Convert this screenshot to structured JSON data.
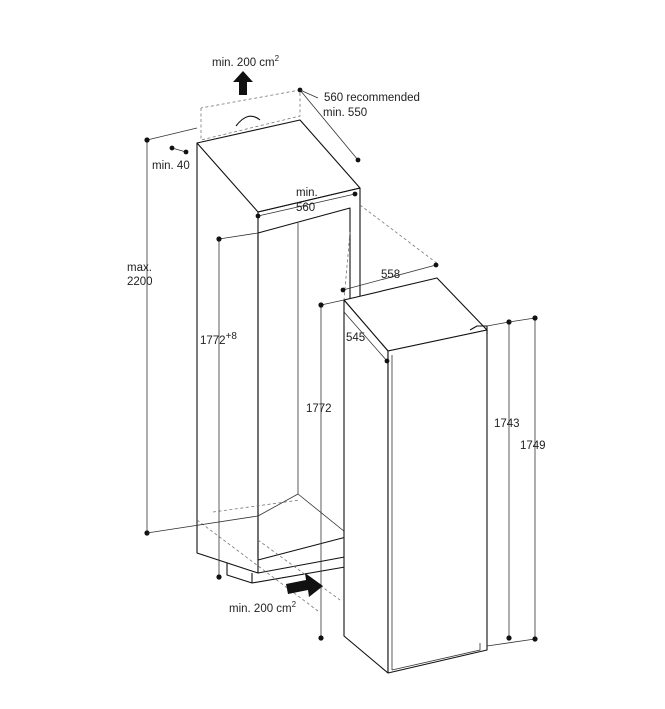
{
  "labels": {
    "vent_top": "min. 200 cm",
    "vent_top_sup": "2",
    "depth_recommended": "560 recommended",
    "depth_min": "min. 550",
    "top_gap": "min. 40",
    "niche_height_a": "max.",
    "niche_height_b": "2200",
    "niche_width_a": "min.",
    "niche_width_b": "560",
    "niche_inner_height": "1772",
    "niche_inner_height_sup": "+8",
    "appliance_inner_height": "1772",
    "appliance_width": "558",
    "appliance_depth": "545",
    "appliance_height_1": "1743",
    "appliance_height_2": "1749",
    "vent_bottom": "min. 200 cm",
    "vent_bottom_sup": "2"
  },
  "colors": {
    "line": "#111111",
    "dimension": "#333333",
    "hidden": "#777777",
    "background": "#ffffff"
  },
  "icons": {
    "airflow_up": "arrow-up-icon",
    "airflow_in": "arrow-right-icon"
  }
}
